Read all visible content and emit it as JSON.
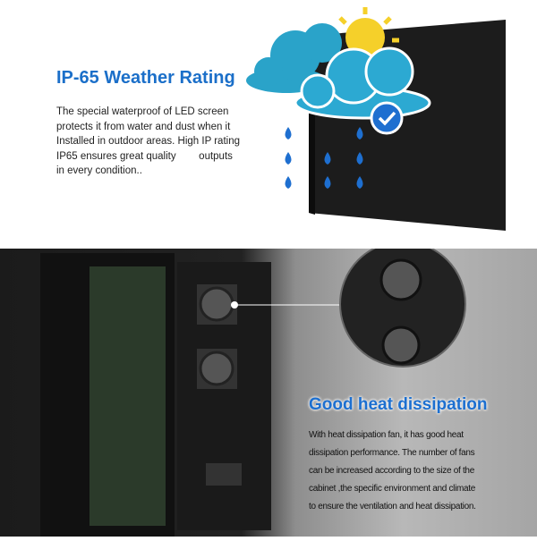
{
  "weather": {
    "title": "IP-65 Weather Rating",
    "body_lines": [
      "The special waterproof of LED screen",
      "protects it from water and dust when it",
      "Installed in outdoor areas. High IP rating",
      "IP65 ensures great quality        outputs",
      "in every condition.."
    ]
  },
  "heat": {
    "title": "Good heat dissipation",
    "body_lines": [
      "With heat dissipation fan, it has good heat",
      "dissipation performance. The number of fans",
      "can be increased according to the size of the",
      "cabinet ,the specific environment and climate",
      " to ensure the ventilation and heat dissipation."
    ]
  },
  "colors": {
    "title_blue": "#1b6fc9",
    "cloud": "#2aa3c9",
    "sun": "#f5d02a",
    "drop": "#1e6fd0"
  }
}
